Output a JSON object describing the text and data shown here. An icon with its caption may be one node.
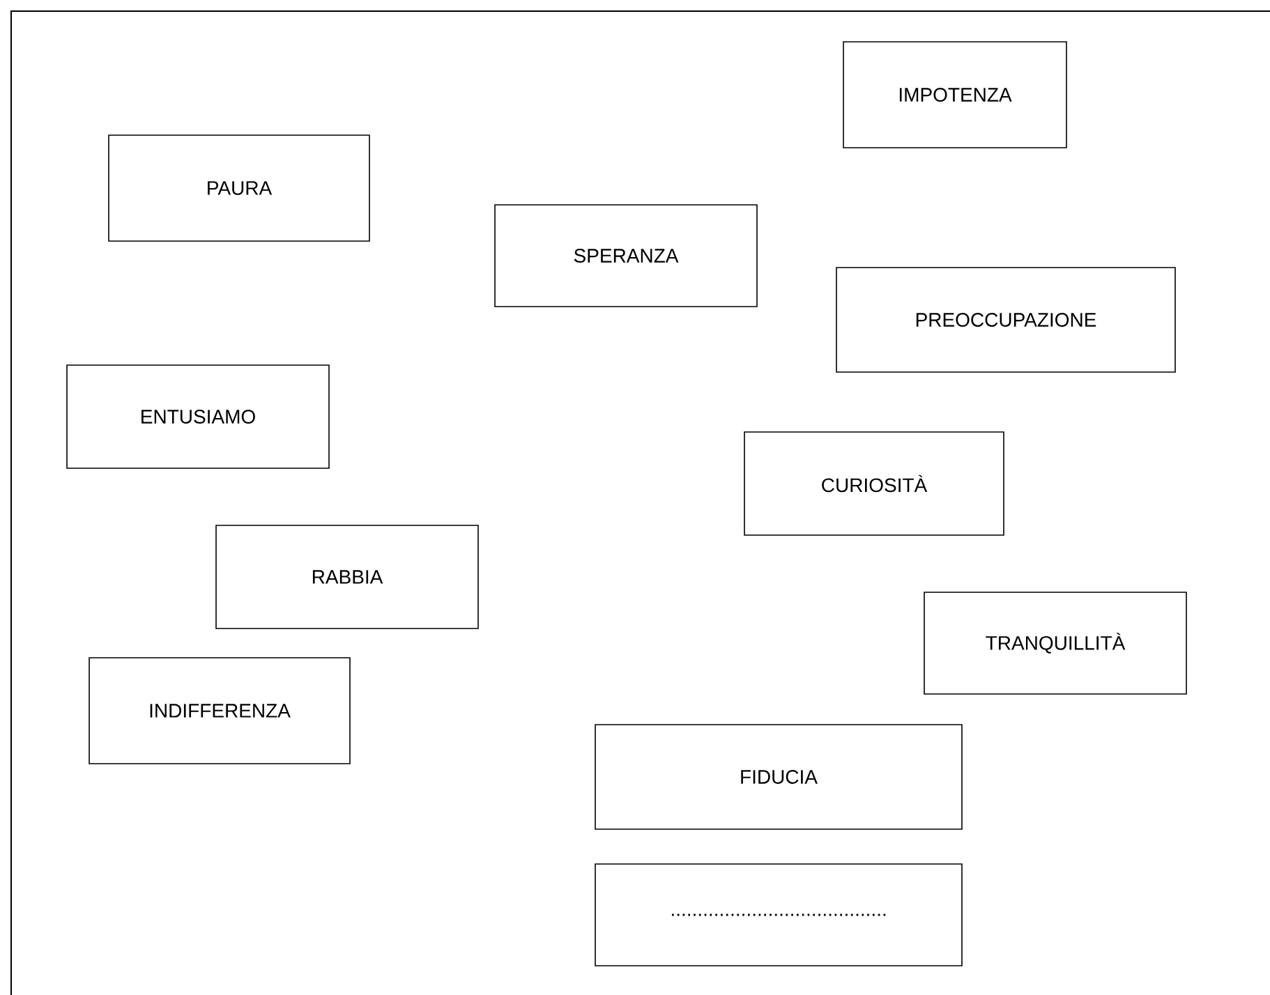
{
  "diagram": {
    "nodes": [
      {
        "text": [
          "IMPOTENZA"
        ]
      },
      {
        "text": [
          "PAURA"
        ]
      },
      {
        "text": [
          "SPERANZA"
        ]
      },
      {
        "text": [
          "PREOCCUPAZIONE"
        ]
      },
      {
        "text": [
          "ENTUSIAMO"
        ]
      },
      {
        "text": [
          "CURIOSITÀ"
        ]
      },
      {
        "text": [
          "RABBIA"
        ]
      },
      {
        "text": [
          "TRANQUILLITÀ"
        ]
      },
      {
        "text": [
          "INDIFFERENZA"
        ]
      },
      {
        "text": [
          "FIDUCIA"
        ]
      },
      {
        "text": [
          "........................................"
        ]
      }
    ]
  }
}
